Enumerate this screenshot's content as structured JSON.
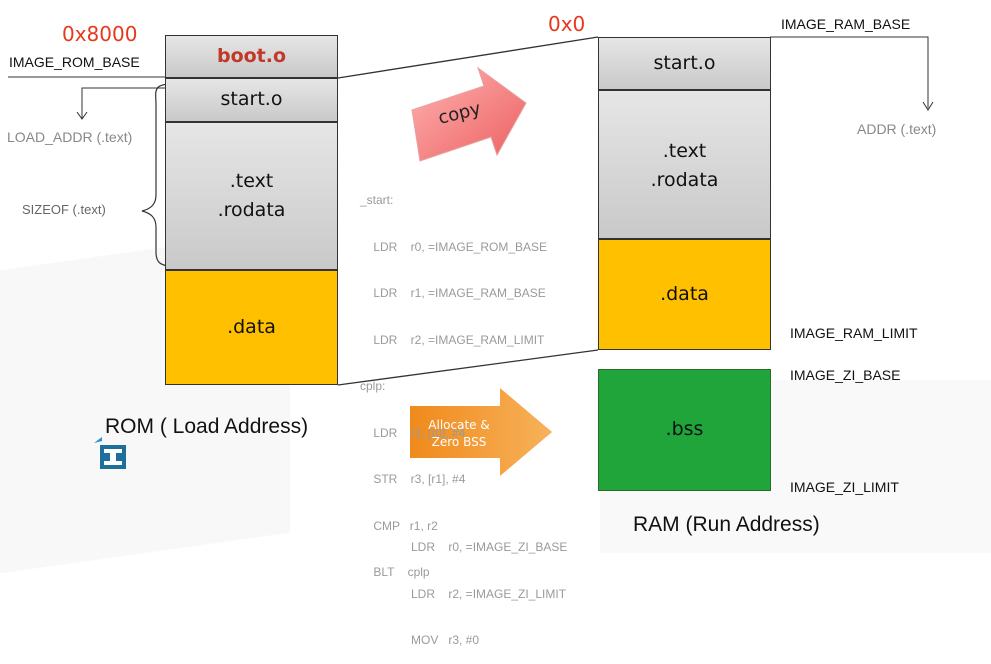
{
  "rom": {
    "address": "0x8000",
    "base_label": "IMAGE_ROM_BASE",
    "load_addr_label": "LOAD_ADDR (.text)",
    "sizeof_label": "SIZEOF (.text)",
    "blocks": {
      "boot": "boot.o",
      "start": "start.o",
      "text": ".text",
      "rodata": ".rodata",
      "data": ".data"
    },
    "caption": "ROM ( Load Address)"
  },
  "ram": {
    "address": "0x0",
    "base_label": "IMAGE_RAM_BASE",
    "addr_label": "ADDR (.text)",
    "limit_label": "IMAGE_RAM_LIMIT",
    "zi_base_label": "IMAGE_ZI_BASE",
    "zi_limit_label": "IMAGE_ZI_LIMIT",
    "blocks": {
      "start": "start.o",
      "text": ".text",
      "rodata": ".rodata",
      "data": ".data",
      "bss": ".bss"
    },
    "caption": "RAM (Run Address)"
  },
  "arrows": {
    "copy": "copy",
    "zero_line1": "Allocate &",
    "zero_line2": "Zero BSS"
  },
  "code": {
    "copy_lines": [
      "_start:",
      "    LDR    r0, =IMAGE_ROM_BASE",
      "    LDR    r1, =IMAGE_RAM_BASE",
      "    LDR    r2, =IMAGE_RAM_LIMIT",
      "cplp:",
      "    LDR    r3, [r0], #4",
      "    STR    r3, [r1], #4",
      "    CMP   r1, r2",
      "    BLT    cplp"
    ],
    "zero_lines": [
      "LDR    r0, =IMAGE_ZI_BASE",
      "LDR    r2, =IMAGE_ZI_LIMIT",
      "MOV   r3, #0"
    ]
  },
  "colors": {
    "address": "#e6391d",
    "data_block": "#ffc000",
    "bss_block": "#1fa53a",
    "copy_arrow": "#f07070",
    "zero_arrow": "#f29b2a"
  }
}
